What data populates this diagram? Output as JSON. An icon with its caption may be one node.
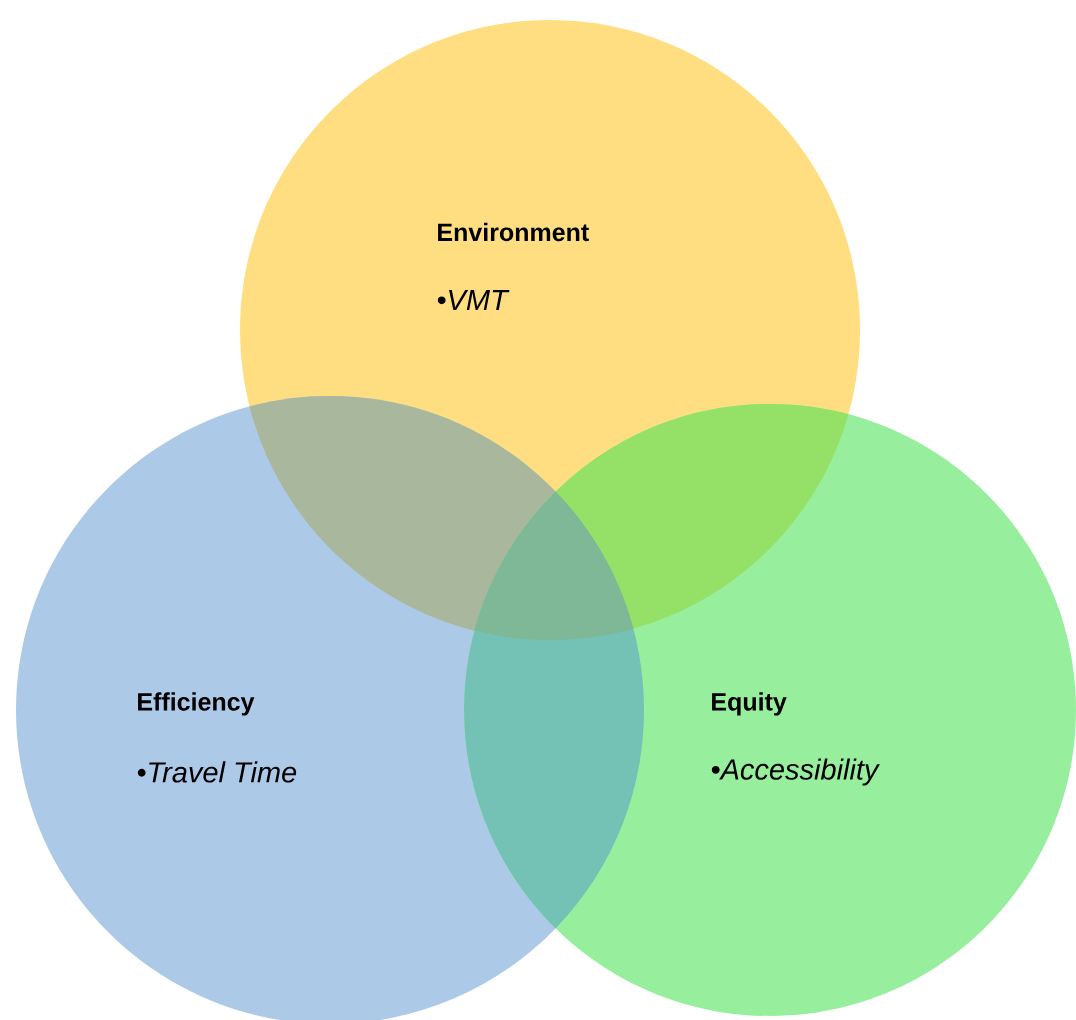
{
  "diagram": {
    "nodes": [
      {
        "text": [
          "Environment",
          "•VMT"
        ]
      },
      {
        "text": [
          "Efficiency",
          "•Travel Time"
        ]
      },
      {
        "text": [
          "Equity",
          "•Accessibility"
        ]
      }
    ]
  }
}
